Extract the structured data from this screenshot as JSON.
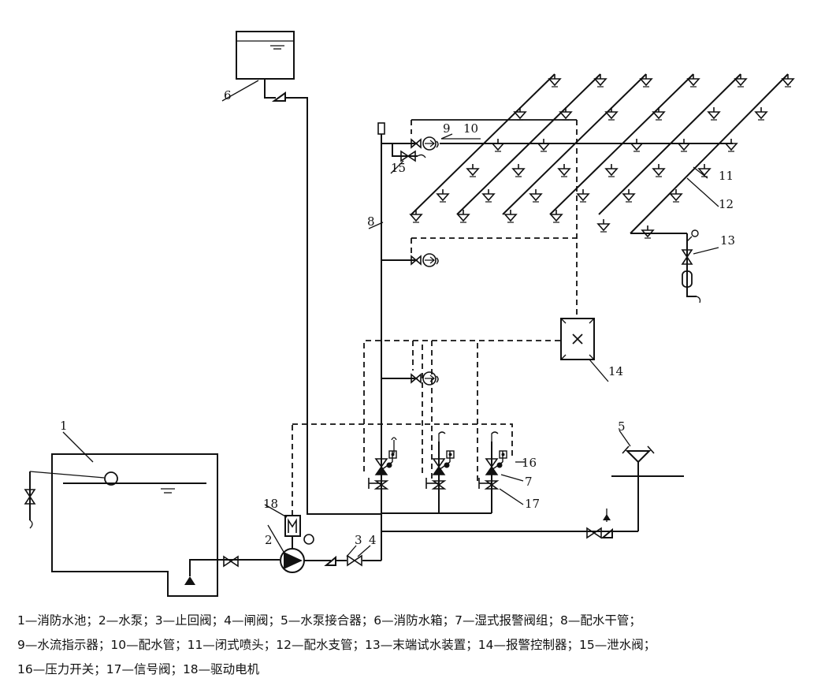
{
  "labels": {
    "l1": "1",
    "l2": "2",
    "l3": "3",
    "l4": "4",
    "l5": "5",
    "l6": "6",
    "l7": "7",
    "l8": "8",
    "l9": "9",
    "l10": "10",
    "l11": "11",
    "l12": "12",
    "l13": "13",
    "l14": "14",
    "l15": "15",
    "l16": "16",
    "l17": "17",
    "l18": "18"
  },
  "legend": {
    "line1": "1—消防水池；2—水泵；3—止回阀；4—闸阀；5—水泵接合器；6—消防水箱；7—湿式报警阀组；8—配水干管；",
    "line2": "9—水流指示器；10—配水管；11—闭式喷头；12—配水支管；13—末端试水装置；14—报警控制器；15—泄水阀；",
    "line3": "16—压力开关；17—信号阀；18—驱动电机"
  }
}
